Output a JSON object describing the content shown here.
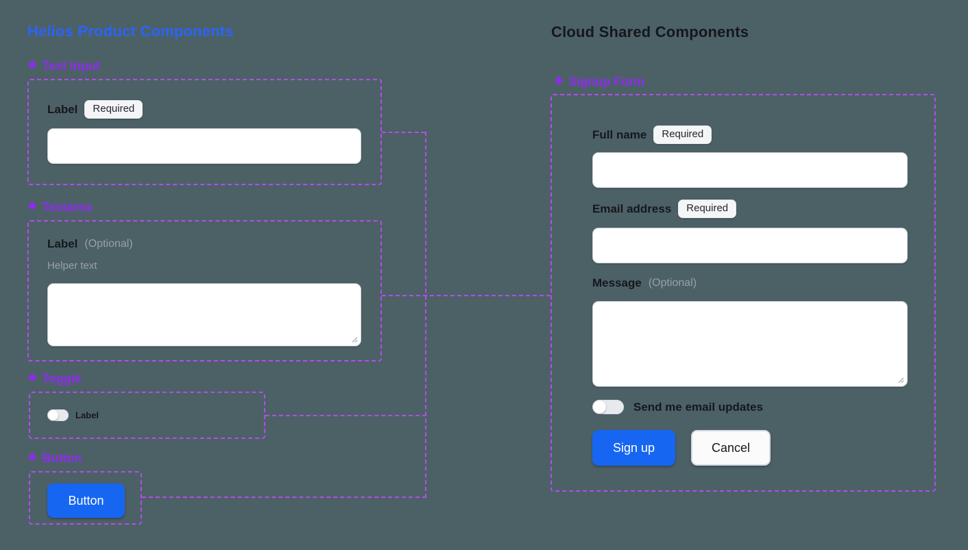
{
  "colors": {
    "background": "#4C6166",
    "left_title_blue": "#2D63F5",
    "component_purple": "#8F2BF0",
    "dashed_outline_purple": "#B44CF0",
    "primary_button_blue": "#1766F2"
  },
  "icons": {
    "component_glyph": "❖"
  },
  "left_panel": {
    "title": "Helios Product Components",
    "text_input": {
      "section": "Text Input",
      "label": "Label",
      "badge": "Required",
      "value": ""
    },
    "textarea": {
      "section": "Textarea",
      "label": "Label",
      "optional": "(Optional)",
      "helper": "Helper text",
      "value": ""
    },
    "toggle": {
      "section": "Toggle",
      "label": "Label",
      "state": "off"
    },
    "button": {
      "section": "Button",
      "label": "Button"
    }
  },
  "right_panel": {
    "title": "Cloud Shared Components",
    "signup_form": {
      "section": "Signup Form",
      "full_name": {
        "label": "Full name",
        "badge": "Required",
        "value": ""
      },
      "email": {
        "label": "Email address",
        "badge": "Required",
        "value": ""
      },
      "message": {
        "label": "Message",
        "optional": "(Optional)",
        "value": ""
      },
      "updates_toggle": {
        "label": "Send me email updates",
        "state": "off"
      },
      "submit_label": "Sign up",
      "cancel_label": "Cancel"
    }
  }
}
